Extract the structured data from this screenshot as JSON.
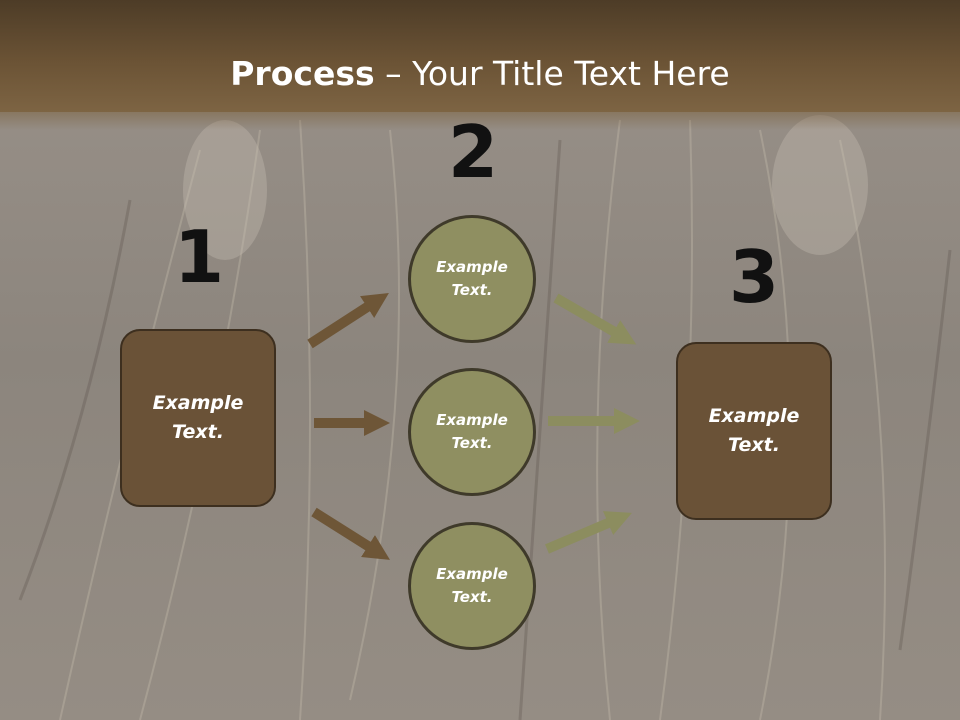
{
  "slide": {
    "title_bold": "Process",
    "title_rest": " – Your Title Text Here"
  },
  "steps": {
    "step1_number": "1",
    "step2_number": "2",
    "step3_number": "3"
  },
  "nodes": {
    "left_box": "Example Text.",
    "circle_top": "Example Text.",
    "circle_middle": "Example Text.",
    "circle_bottom": "Example Text.",
    "right_box": "Example Text."
  },
  "colors": {
    "header": "#6b5335",
    "box_fill": "#6a5237",
    "circle_fill": "#8f8f61",
    "arrow_brown": "#6e5637",
    "arrow_olive": "#8c8d5f"
  }
}
